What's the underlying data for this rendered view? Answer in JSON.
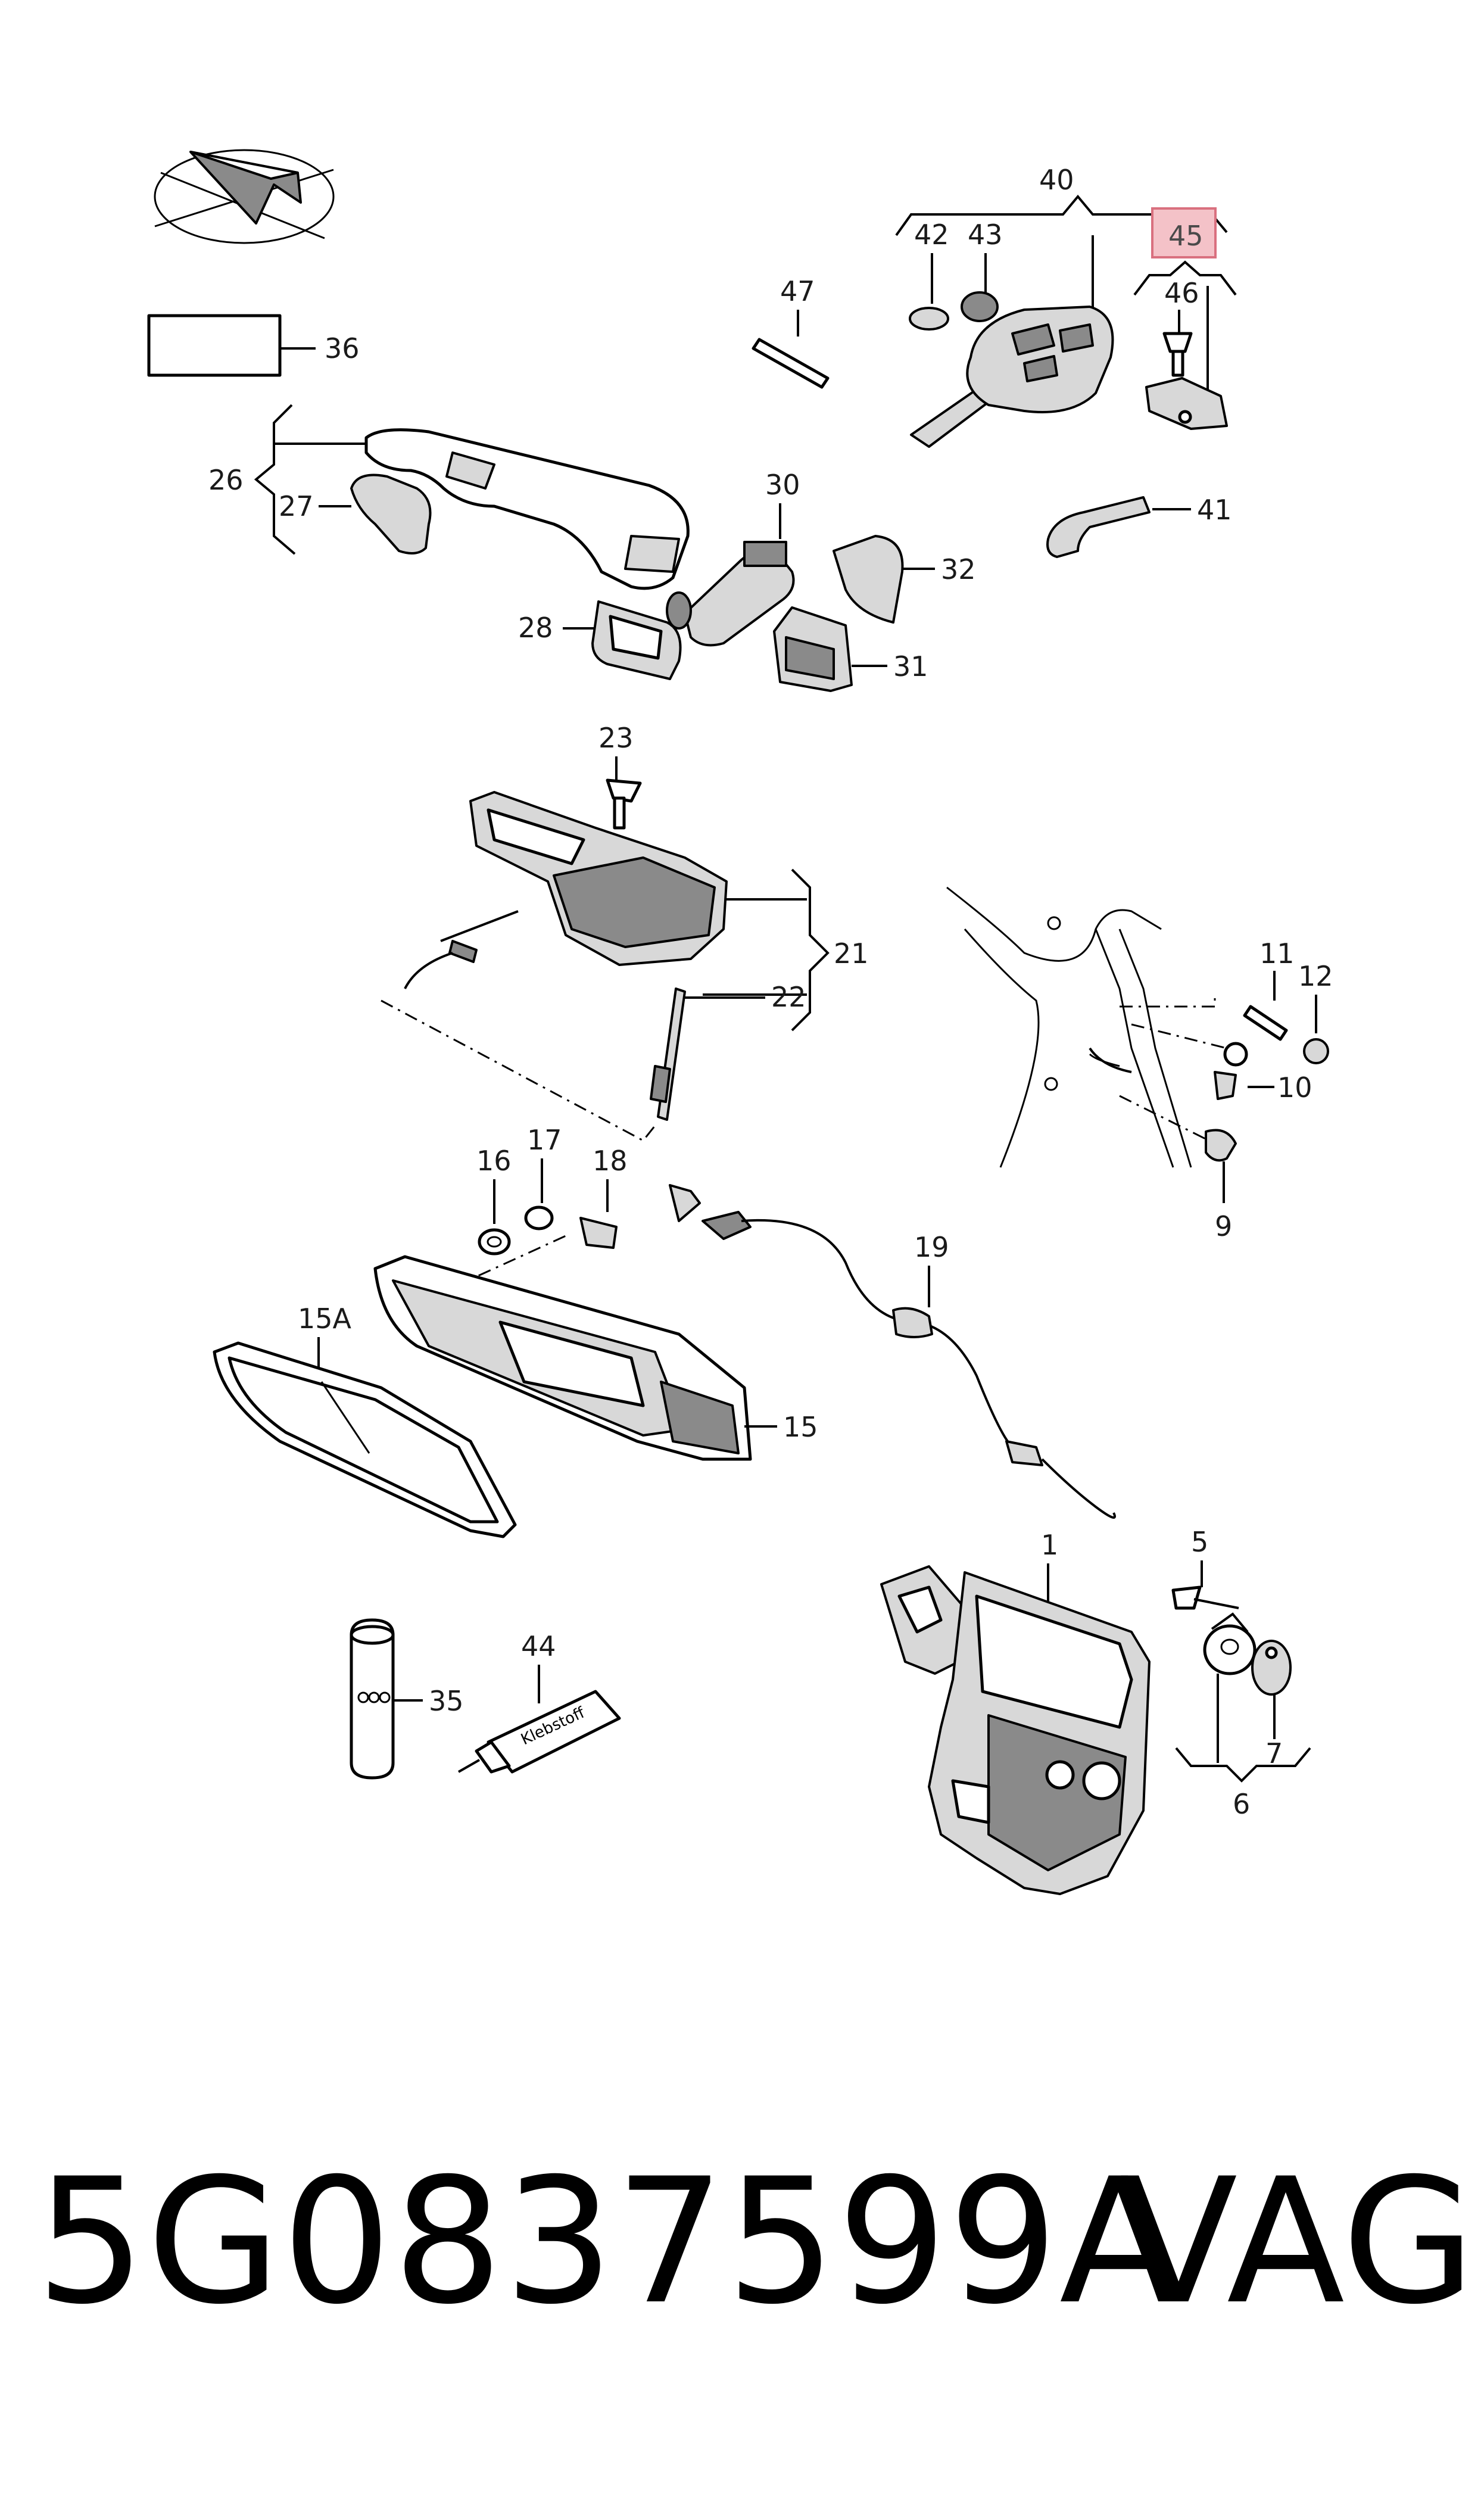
{
  "diagram": {
    "callouts": {
      "c1": "1",
      "c5": "5",
      "c6": "6",
      "c7": "7",
      "c9": "9",
      "c10": "10",
      "c11": "11",
      "c12": "12",
      "c15": "15",
      "c15A": "15A",
      "c16": "16",
      "c17": "17",
      "c18": "18",
      "c19": "19",
      "c21": "21",
      "c22": "22",
      "c23": "23",
      "c26": "26",
      "c27": "27",
      "c28": "28",
      "c30": "30",
      "c31": "31",
      "c32": "32",
      "c35": "35",
      "c36": "36",
      "c40": "40",
      "c41": "41",
      "c42": "42",
      "c43": "43",
      "c44": "44",
      "c45": "45",
      "c46": "46",
      "c47": "47"
    },
    "highlighted_callout": "45",
    "highlight_color": "#f4c2c8",
    "highlight_border": "#d9707f",
    "tube_label": "Klebstoff"
  },
  "footer": {
    "part_number": "5G0837599A",
    "brand": "VAG"
  }
}
